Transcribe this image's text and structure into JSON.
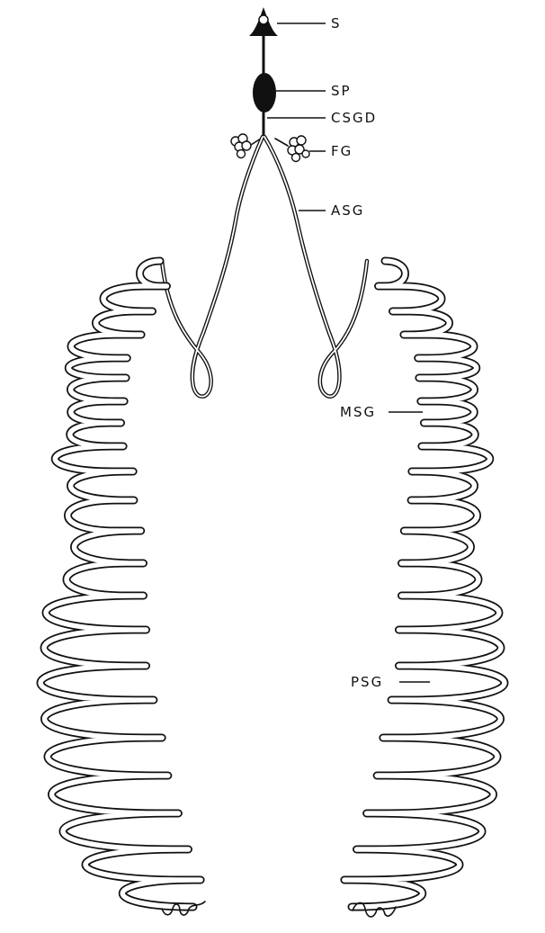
{
  "labels": {
    "s": "S",
    "sp": "SP",
    "csgd": "CSGD",
    "fg": "FG",
    "asg": "ASG",
    "msg": "MSG",
    "psg": "PSG"
  }
}
